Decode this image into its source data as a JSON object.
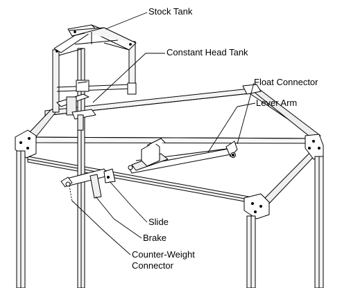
{
  "labels": {
    "stock_tank": "Stock Tank",
    "constant_head_tank": "Constant Head Tank",
    "float_connector": "Float Connector",
    "lever_arm": "Lever Arm",
    "slide": "Slide",
    "brake": "Brake",
    "counter_weight_line1": "Counter-Weight",
    "counter_weight_line2": "Connector"
  }
}
